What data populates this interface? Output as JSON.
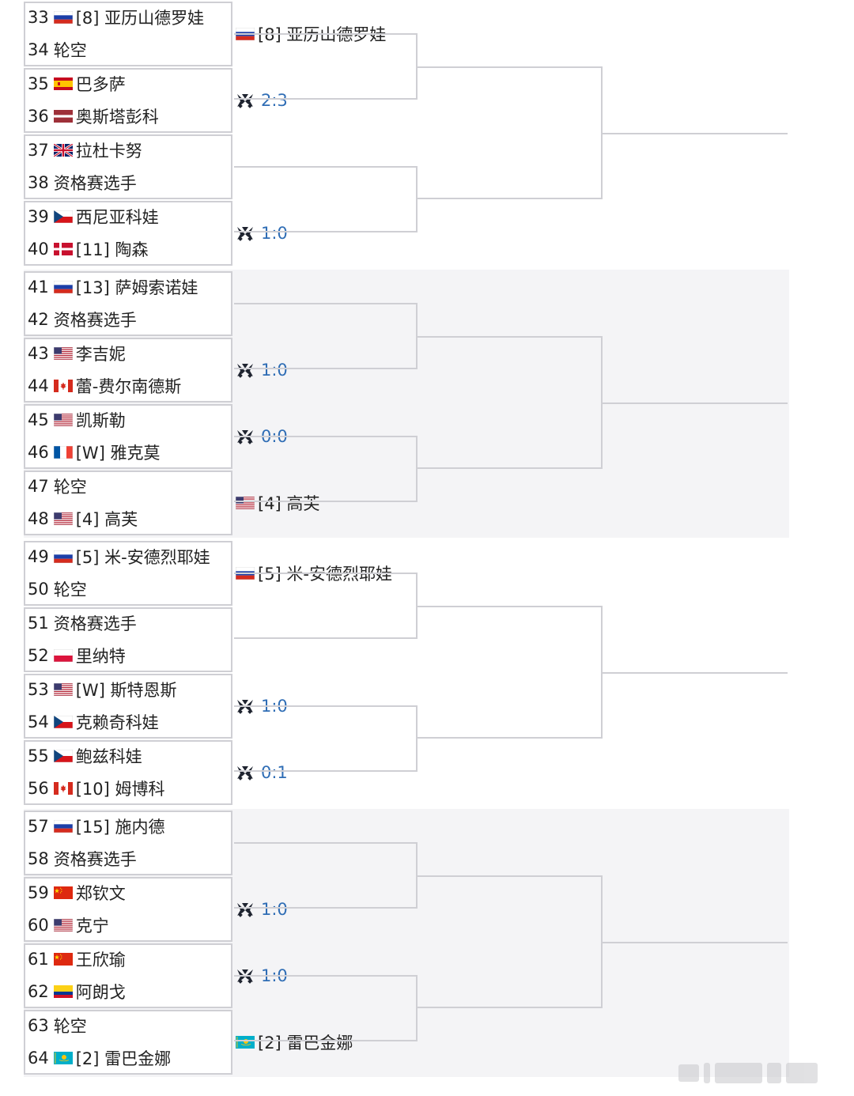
{
  "players": [
    {
      "num": "33",
      "flag": "russia-flag-icon",
      "name": "[8] 亚历山德罗娃"
    },
    {
      "num": "34",
      "flag": "",
      "name": "轮空"
    },
    {
      "num": "35",
      "flag": "spain-flag-icon",
      "name": "巴多萨"
    },
    {
      "num": "36",
      "flag": "latvia-flag-icon",
      "name": "奥斯塔彭科"
    },
    {
      "num": "37",
      "flag": "uk-flag-icon",
      "name": "拉杜卡努"
    },
    {
      "num": "38",
      "flag": "",
      "name": "资格赛选手"
    },
    {
      "num": "39",
      "flag": "czech-flag-icon",
      "name": "西尼亚科娃"
    },
    {
      "num": "40",
      "flag": "denmark-flag-icon",
      "name": "[11] 陶森"
    },
    {
      "num": "41",
      "flag": "russia-flag-icon",
      "name": "[13] 萨姆索诺娃"
    },
    {
      "num": "42",
      "flag": "",
      "name": "资格赛选手"
    },
    {
      "num": "43",
      "flag": "usa-flag-icon",
      "name": "李吉妮"
    },
    {
      "num": "44",
      "flag": "canada-flag-icon",
      "name": "蕾-费尔南德斯"
    },
    {
      "num": "45",
      "flag": "usa-flag-icon",
      "name": "凯斯勒"
    },
    {
      "num": "46",
      "flag": "france-flag-icon",
      "name": "[W] 雅克莫"
    },
    {
      "num": "47",
      "flag": "",
      "name": "轮空"
    },
    {
      "num": "48",
      "flag": "usa-flag-icon",
      "name": "[4] 高芙"
    },
    {
      "num": "49",
      "flag": "russia-flag-icon",
      "name": "[5] 米-安德烈耶娃"
    },
    {
      "num": "50",
      "flag": "",
      "name": "轮空"
    },
    {
      "num": "51",
      "flag": "",
      "name": "资格赛选手"
    },
    {
      "num": "52",
      "flag": "poland-flag-icon",
      "name": "里纳特"
    },
    {
      "num": "53",
      "flag": "usa-flag-icon",
      "name": "[W] 斯特恩斯"
    },
    {
      "num": "54",
      "flag": "czech-flag-icon",
      "name": "克赖奇科娃"
    },
    {
      "num": "55",
      "flag": "czech-flag-icon",
      "name": "鲍兹科娃"
    },
    {
      "num": "56",
      "flag": "canada-flag-icon",
      "name": "[10] 姆博科"
    },
    {
      "num": "57",
      "flag": "russia-flag-icon",
      "name": "[15] 施内德"
    },
    {
      "num": "58",
      "flag": "",
      "name": "资格赛选手"
    },
    {
      "num": "59",
      "flag": "china-flag-icon",
      "name": "郑钦文"
    },
    {
      "num": "60",
      "flag": "usa-flag-icon",
      "name": "克宁"
    },
    {
      "num": "61",
      "flag": "china-flag-icon",
      "name": "王欣瑜"
    },
    {
      "num": "62",
      "flag": "colombia-flag-icon",
      "name": "阿朗戈"
    },
    {
      "num": "63",
      "flag": "",
      "name": "轮空"
    },
    {
      "num": "64",
      "flag": "kazakhstan-flag-icon",
      "name": "[2] 雷巴金娜"
    }
  ],
  "round2": [
    {
      "type": "winner",
      "flag": "russia-flag-icon",
      "name": "[8] 亚历山德罗娃"
    },
    {
      "type": "score",
      "icon": "vs-icon",
      "score": "2:3"
    },
    {
      "type": "empty"
    },
    {
      "type": "score",
      "icon": "vs-icon",
      "score": "1:0"
    },
    {
      "type": "empty"
    },
    {
      "type": "score",
      "icon": "vs-icon",
      "score": "1:0"
    },
    {
      "type": "score",
      "icon": "vs-icon",
      "score": "0:0"
    },
    {
      "type": "winner",
      "flag": "usa-flag-icon",
      "name": "[4] 高芙"
    },
    {
      "type": "winner",
      "flag": "russia-flag-icon",
      "name": "[5] 米-安德烈耶娃"
    },
    {
      "type": "empty"
    },
    {
      "type": "score",
      "icon": "vs-icon",
      "score": "1:0"
    },
    {
      "type": "score",
      "icon": "vs-icon",
      "score": "0:1"
    },
    {
      "type": "empty"
    },
    {
      "type": "score",
      "icon": "vs-icon",
      "score": "1:0"
    },
    {
      "type": "score",
      "icon": "vs-icon",
      "score": "1:0"
    },
    {
      "type": "winner",
      "flag": "kazakhstan-flag-icon",
      "name": "[2] 雷巴金娜"
    }
  ]
}
